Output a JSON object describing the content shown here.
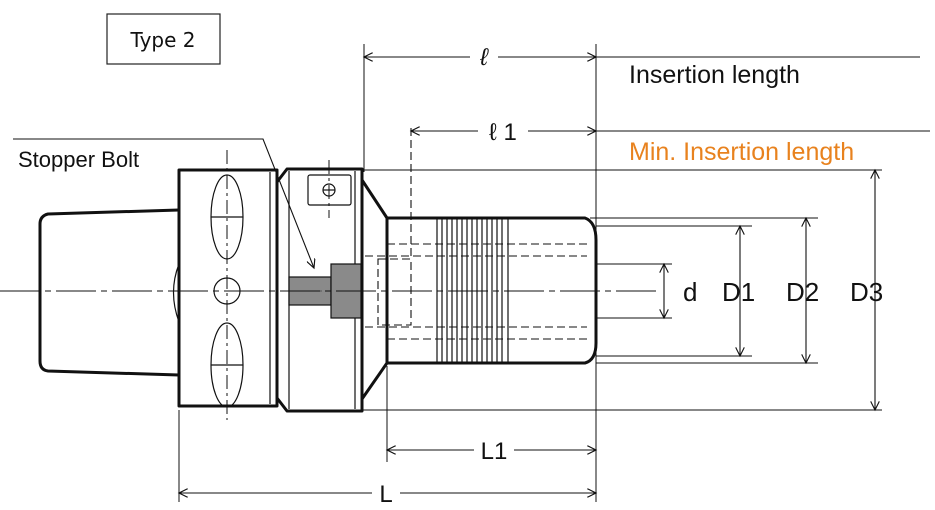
{
  "type_label": "Type 2",
  "labels": {
    "stopper_bolt": "Stopper Bolt",
    "insertion_length": "Insertion length",
    "min_insertion_length": "Min. Insertion length",
    "ell": "ℓ",
    "ell1": "ℓ 1",
    "d": "d",
    "D1": "D1",
    "D2": "D2",
    "D3": "D3",
    "L1": "L1",
    "L": "L"
  },
  "colors": {
    "line": "#111111",
    "accent": "#e8821e",
    "body": "#ffffff"
  }
}
